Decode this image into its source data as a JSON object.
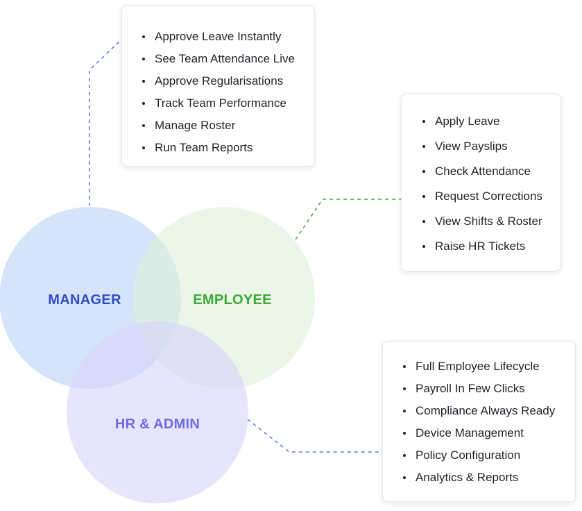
{
  "colors": {
    "manager_circle": "#d4e3fb",
    "manager_label": "#2f4cc7",
    "manager_connector": "#5a73ee",
    "employee_circle": "#ddf0d8",
    "employee_label": "#3aaa35",
    "employee_connector": "#3aaa35",
    "hr_circle": "#d7d4fa",
    "hr_label": "#6e68e8",
    "hr_connector": "#5a73ee"
  },
  "circles": {
    "manager": {
      "label": "MANAGER"
    },
    "employee": {
      "label": "EMPLOYEE"
    },
    "hr_admin": {
      "label": "HR & ADMIN"
    }
  },
  "cards": {
    "manager": {
      "items": [
        "Approve Leave Instantly",
        "See Team Attendance Live",
        "Approve Regularisations",
        "Track Team Performance",
        "Manage Roster",
        "Run Team Reports"
      ]
    },
    "employee": {
      "items": [
        "Apply Leave",
        "View Payslips",
        "Check Attendance",
        "Request Corrections",
        "View Shifts & Roster",
        "Raise HR Tickets"
      ]
    },
    "hr_admin": {
      "items": [
        "Full Employee Lifecycle",
        "Payroll In Few Clicks",
        "Compliance Always Ready",
        "Device Management",
        "Policy Configuration",
        "Analytics & Reports"
      ]
    }
  }
}
